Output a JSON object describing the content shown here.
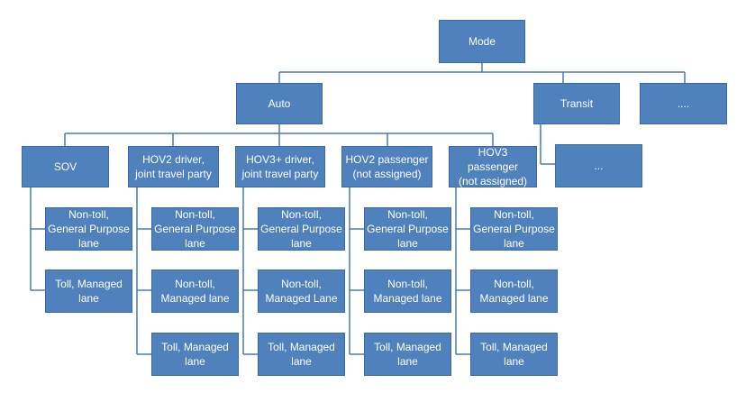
{
  "root": {
    "label": "Mode"
  },
  "level1": [
    {
      "label": "Auto"
    },
    {
      "label": "Transit"
    },
    {
      "label": "...."
    }
  ],
  "transit_child": {
    "label": "..."
  },
  "auto_children": [
    {
      "label": "SOV",
      "children": [
        {
          "label": "Non-toll,\nGeneral Purpose\nlane"
        },
        {
          "label": "Toll, Managed\nlane"
        }
      ]
    },
    {
      "label": "HOV2 driver,\njoint travel party",
      "children": [
        {
          "label": "Non-toll,\nGeneral Purpose\nlane"
        },
        {
          "label": "Non-toll,\nManaged lane"
        },
        {
          "label": "Toll, Managed\nlane"
        }
      ]
    },
    {
      "label": "HOV3+ driver,\njoint travel party",
      "children": [
        {
          "label": "Non-toll,\nGeneral Purpose\nlane"
        },
        {
          "label": "Non-toll,\nManaged Lane"
        },
        {
          "label": "Toll, Managed\nlane"
        }
      ]
    },
    {
      "label": "HOV2 passenger\n(not assigned)",
      "children": [
        {
          "label": "Non-toll,\nGeneral Purpose\nlane"
        },
        {
          "label": "Non-toll,\nManaged lane"
        },
        {
          "label": "Toll, Managed\nlane"
        }
      ]
    },
    {
      "label": "HOV3 passenger\n(not assigned)",
      "children": [
        {
          "label": "Non-toll,\nGeneral Purpose\nlane"
        },
        {
          "label": "Non-toll,\nManaged lane"
        },
        {
          "label": "Toll, Managed\nlane"
        }
      ]
    }
  ],
  "colors": {
    "box_fill": "#4f81bd",
    "box_text": "#ffffff",
    "connector": "#4a7ab5"
  }
}
